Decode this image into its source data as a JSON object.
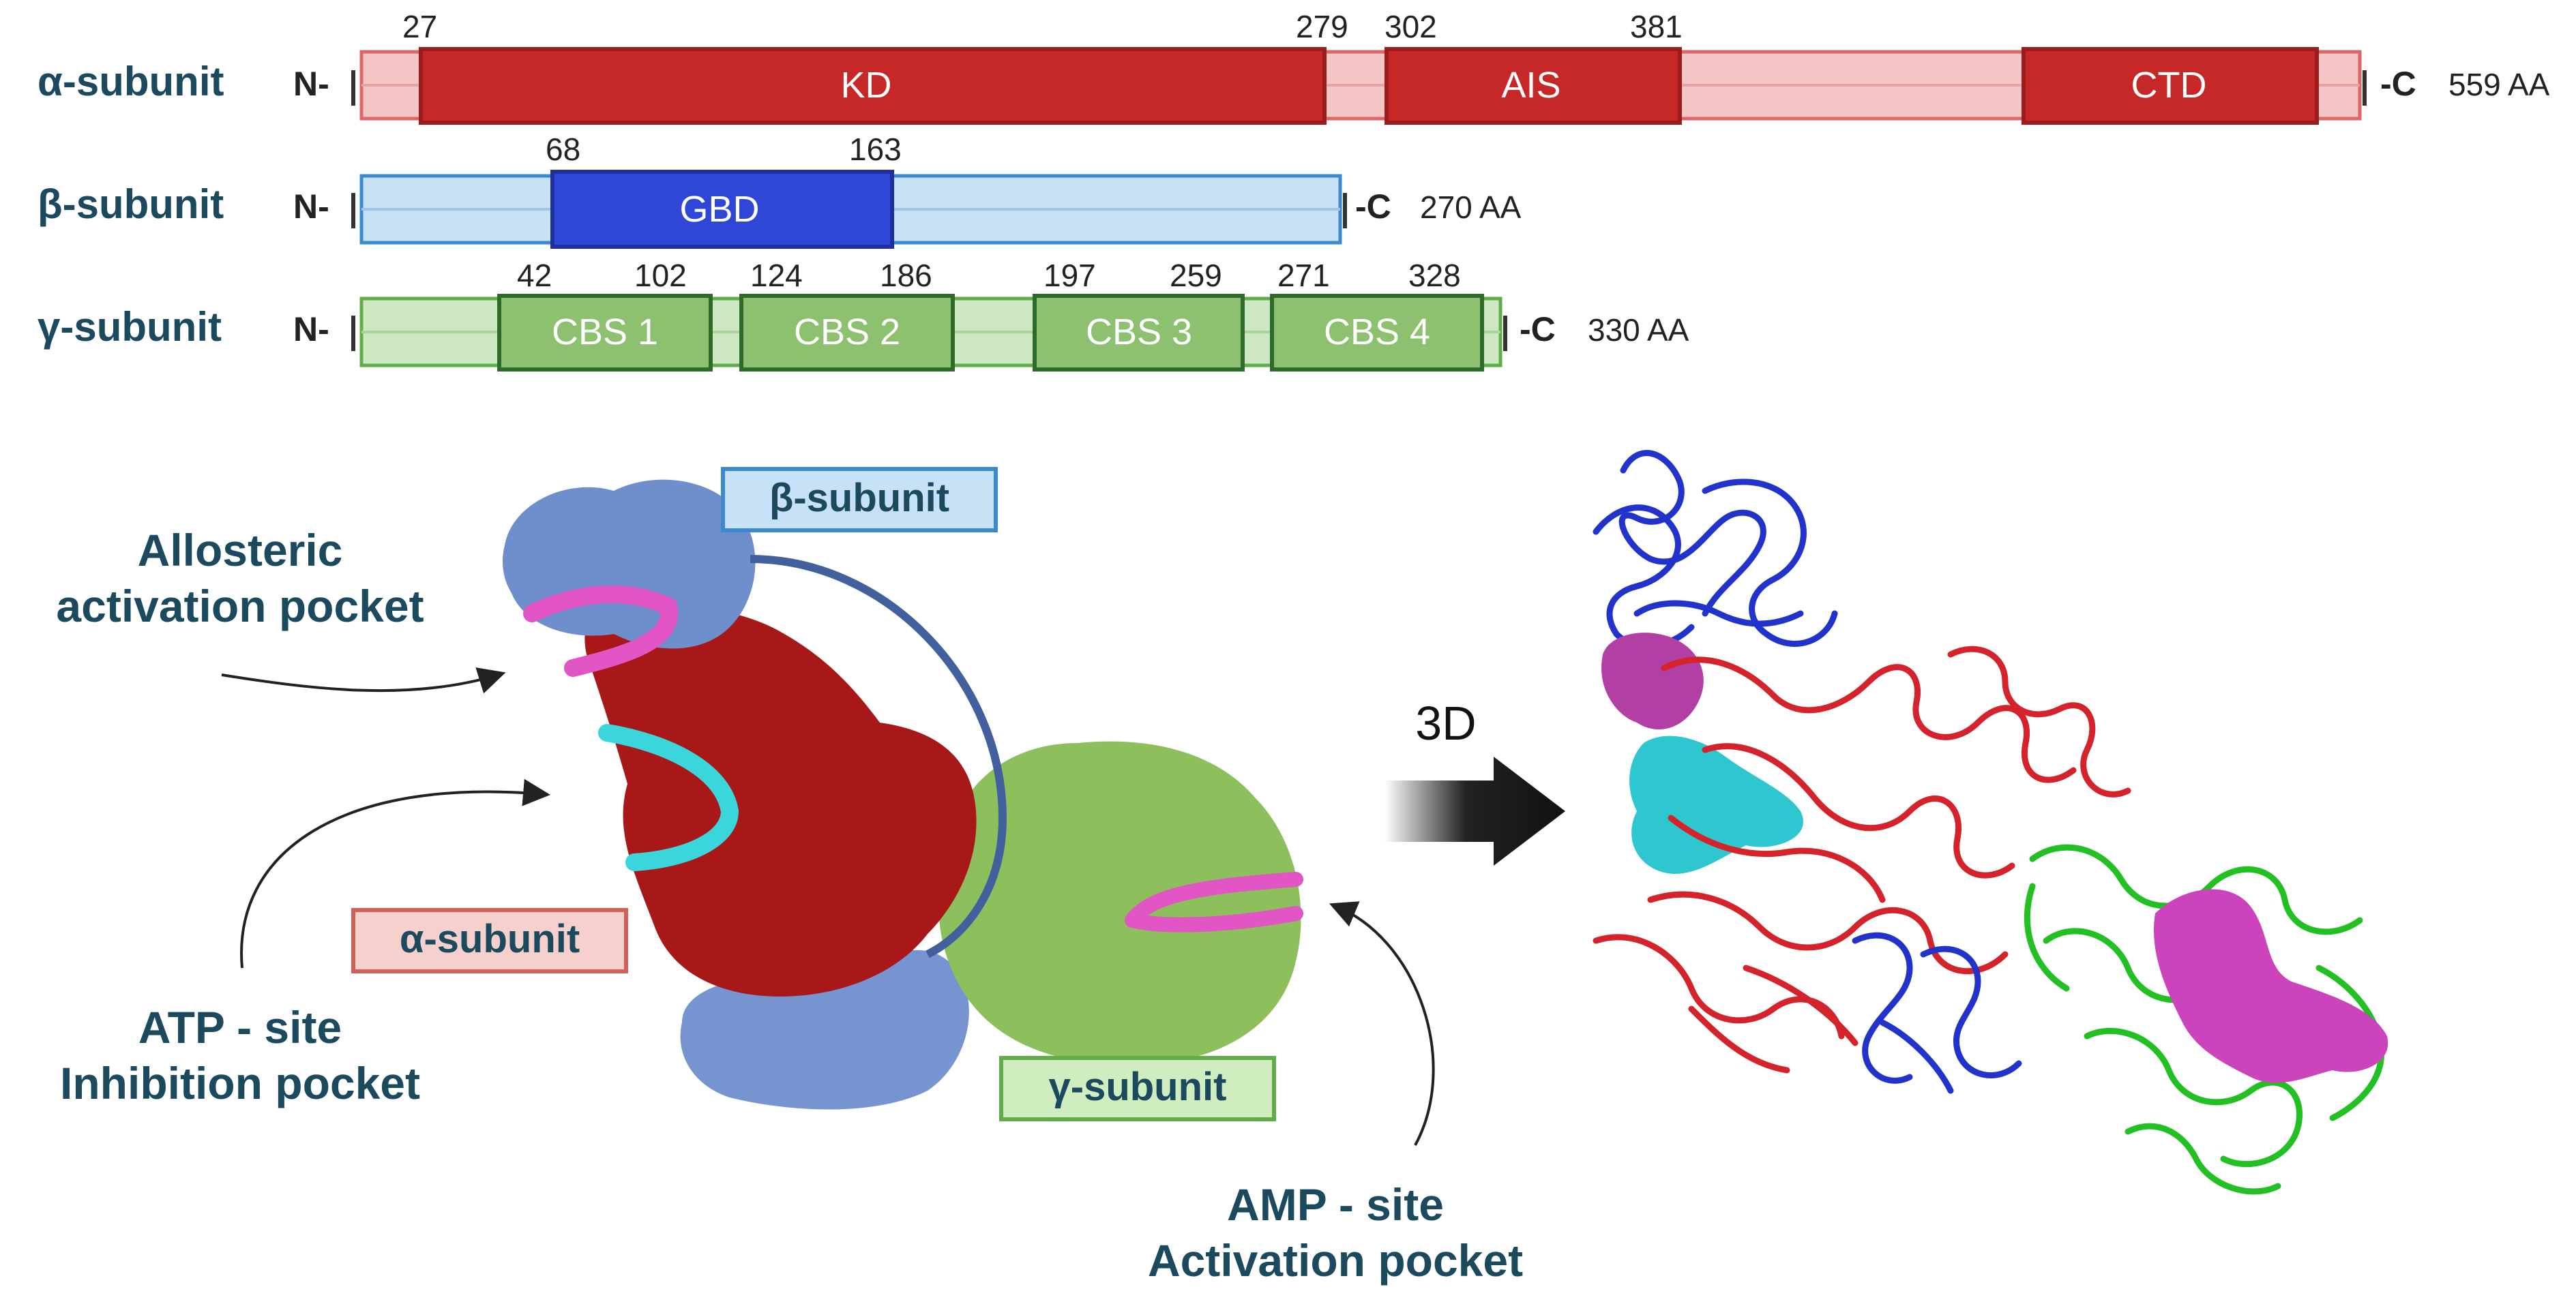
{
  "subunits": [
    {
      "name": "α-subunit",
      "n_term": "N-",
      "c_term": "-C",
      "length_label": "559 AA",
      "domains": [
        {
          "label": "KD",
          "start": "27",
          "end": "279"
        },
        {
          "label": "AIS",
          "start": "302",
          "end": "381"
        },
        {
          "label": "CTD",
          "start": "",
          "end": ""
        }
      ]
    },
    {
      "name": "β-subunit",
      "n_term": "N-",
      "c_term": "-C",
      "length_label": "270 AA",
      "domains": [
        {
          "label": "GBD",
          "start": "68",
          "end": "163"
        }
      ]
    },
    {
      "name": "γ-subunit",
      "n_term": "N-",
      "c_term": "-C",
      "length_label": "330 AA",
      "domains": [
        {
          "label": "CBS 1",
          "start": "42",
          "end": "102"
        },
        {
          "label": "CBS 2",
          "start": "124",
          "end": "186"
        },
        {
          "label": "CBS 3",
          "start": "197",
          "end": "259"
        },
        {
          "label": "CBS 4",
          "start": "271",
          "end": "328"
        }
      ]
    }
  ],
  "cartoon": {
    "beta_box": "β-subunit",
    "alpha_box": "α-subunit",
    "gamma_box": "γ-subunit",
    "allosteric_line1": "Allosteric",
    "allosteric_line2": "activation pocket",
    "atp_line1": "ATP - site",
    "atp_line2": "Inhibition pocket",
    "amp_line1": "AMP - site",
    "amp_line2": "Activation pocket"
  },
  "arrow_3d_label": "3D",
  "colors": {
    "alpha": "#c62828",
    "alpha_light": "#f4c6c6",
    "beta": "#3046d6",
    "beta_light": "#c7e1f6",
    "gamma": "#8dc06f",
    "gamma_light": "#cfe8c4",
    "pocket_magenta": "#e255c4",
    "pocket_cyan": "#3ad6dc",
    "title_teal": "#1b4a5e"
  }
}
